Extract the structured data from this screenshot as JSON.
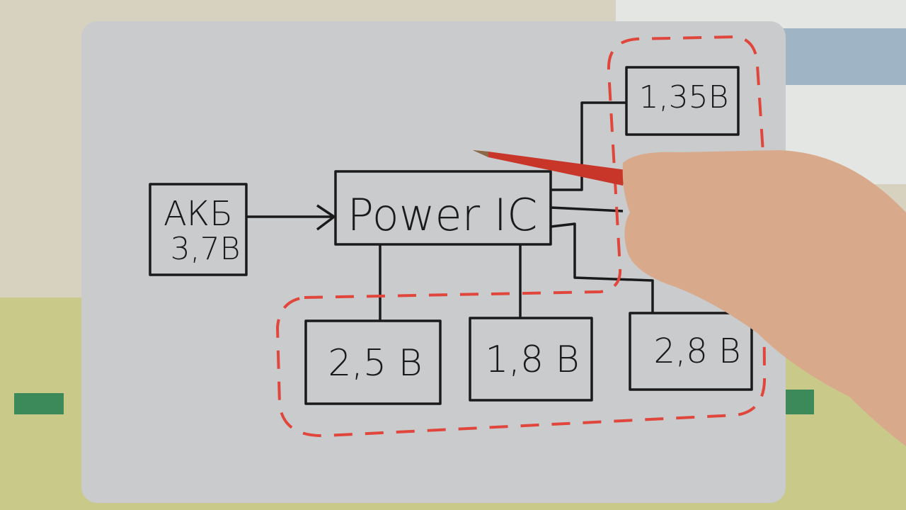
{
  "diagram": {
    "battery": {
      "line1": "АКБ",
      "line2": "3,7В"
    },
    "ic": {
      "label": "Power IC"
    },
    "outputs": [
      {
        "label": "1,35В"
      },
      {
        "label": "2,5 В"
      },
      {
        "label": "1,8 В"
      },
      {
        "label": "2,8 В"
      }
    ]
  },
  "colors": {
    "board": "#c9cbcc",
    "ink": "#1a1a1a",
    "dashed_group": "#e0463c",
    "wall": "#d6d2bf",
    "table": "#c9c98a",
    "skin": "#d9a98c",
    "pencil": "#c8362a"
  }
}
